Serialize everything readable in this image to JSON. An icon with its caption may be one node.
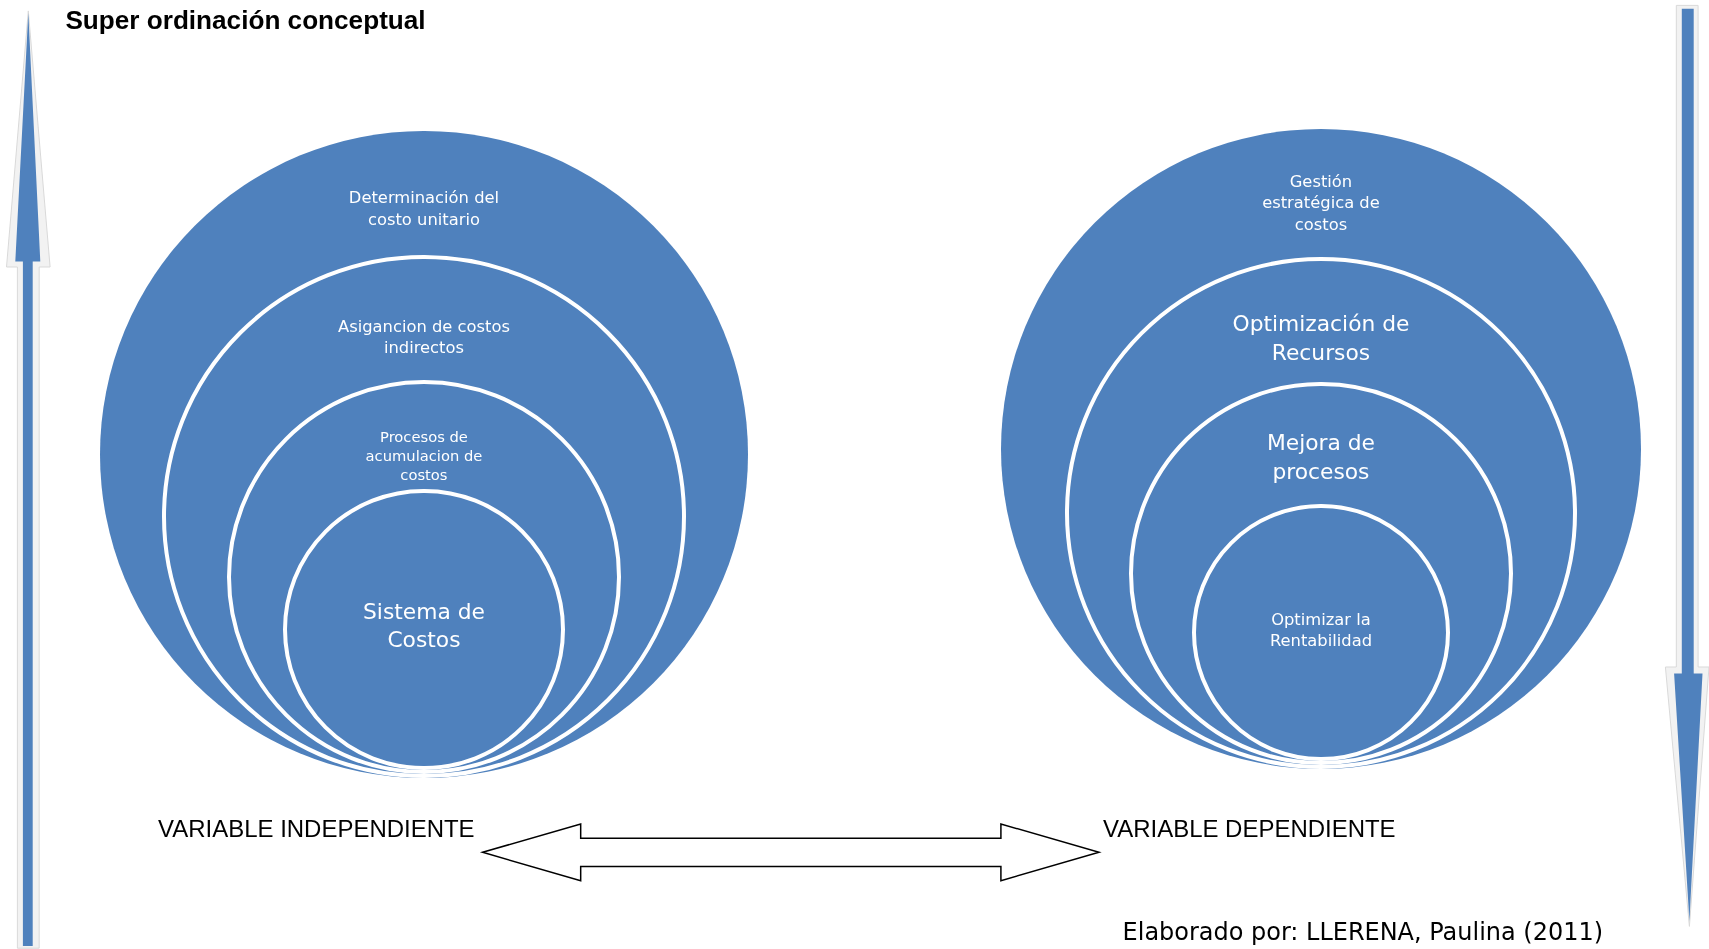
{
  "diagram": {
    "title": "Super ordinación conceptual",
    "nodes": [
      {
        "text": [
          "Determinación del costo unitario"
        ]
      },
      {
        "text": [
          "Asigancion de costos indirectos"
        ],
        "in": 0
      },
      {
        "text": [
          "Procesos de acumulacion de costos"
        ],
        "in": 1
      },
      {
        "text": [
          "Sistema de Costos"
        ],
        "in": 2
      },
      {
        "text": [
          "Gestión estratégica de costos"
        ]
      },
      {
        "text": [
          "Optimización de Recursos"
        ],
        "in": 4
      },
      {
        "text": [
          "Mejora de procesos"
        ],
        "in": 5
      },
      {
        "text": [
          "Optimizar la Rentabilidad"
        ],
        "in": 6
      },
      {
        "text": [
          "VARIABLE INDEPENDIENTE"
        ]
      },
      {
        "text": [
          "VARIABLE DEPENDIENTE"
        ]
      }
    ],
    "edges": [
      {
        "from": 8,
        "to": 9,
        "arrow": "both"
      }
    ],
    "labels": [
      "Elaborado por: LLERENA, Paulina (2011)"
    ]
  }
}
